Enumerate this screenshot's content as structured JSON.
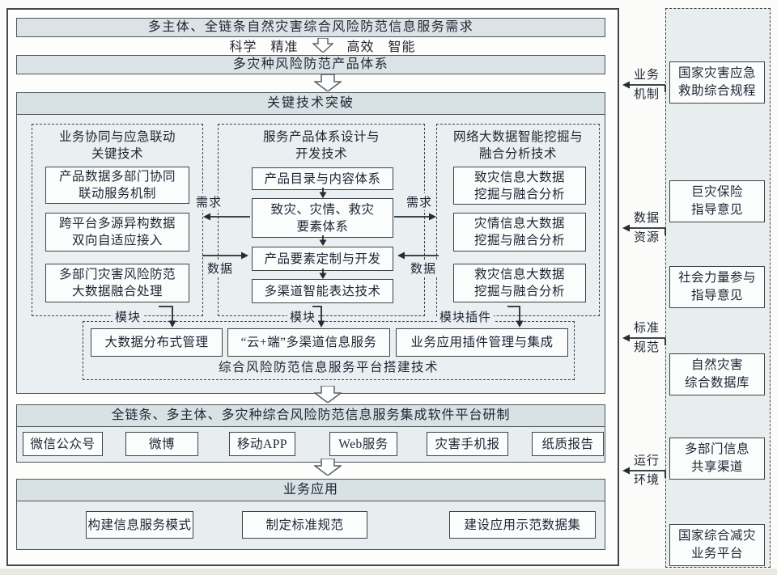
{
  "top": {
    "need": "多主体、全链条自然灾害综合风险防范信息服务需求",
    "keywords": [
      "科学",
      "精准",
      "高效",
      "智能"
    ],
    "product": "多灾种风险防范产品体系"
  },
  "keytech": {
    "title": "关键技术突破",
    "col1": {
      "title": [
        "业务协同与应急联动",
        "关键技术"
      ],
      "boxes": [
        [
          "产品数据多部门协同",
          "联动服务机制"
        ],
        [
          "跨平台多源异构数据",
          "双向自适应接入"
        ],
        [
          "多部门灾害风险防范",
          "大数据融合处理"
        ]
      ]
    },
    "col2": {
      "title": [
        "服务产品体系设计与",
        "开发技术"
      ],
      "boxes": [
        [
          "产品目录与内容体系"
        ],
        [
          "致灾、灾情、救灾",
          "要素体系"
        ],
        [
          "产品要素定制与开发"
        ],
        [
          "多渠道智能表达技术"
        ]
      ]
    },
    "col3": {
      "title": [
        "网络大数据智能挖掘与",
        "融合分析技术"
      ],
      "boxes": [
        [
          "致灾信息大数据",
          "挖掘与融合分析"
        ],
        [
          "灾情信息大数据",
          "挖掘与融合分析"
        ],
        [
          "救灾信息大数据",
          "挖掘与融合分析"
        ]
      ]
    },
    "labels": {
      "demand_left": "需求",
      "data_left": "数据",
      "demand_right": "需求",
      "data_right": "数据",
      "module_left": "模块",
      "module_mid": "模块",
      "module_plugin": "模块插件"
    },
    "platform": {
      "boxes": [
        "大数据分布式管理",
        "“云+端”多渠道信息服务",
        "业务应用插件管理与集成"
      ],
      "caption": "综合风险防范信息服务平台搭建技术"
    }
  },
  "integration": {
    "title": "全链条、多主体、多灾种综合风险防范信息服务集成软件平台研制",
    "channels": [
      "微信公众号",
      "微博",
      "移动APP",
      "Web服务",
      "灾害手机报",
      "纸质报告"
    ]
  },
  "business": {
    "title": "业务应用",
    "items": [
      "构建信息服务模式",
      "制定标准规范",
      "建设应用示范数据集"
    ]
  },
  "sidebar": {
    "items": [
      [
        "国家灾害应急",
        "救助综合规程"
      ],
      [
        "巨灾保险",
        "指导意见"
      ],
      [
        "社会力量参与",
        "指导意见"
      ],
      [
        "自然灾害",
        "综合数据库"
      ],
      [
        "多部门信息",
        "共享渠道"
      ],
      [
        "国家综合减灾",
        "业务平台"
      ]
    ]
  },
  "side_links": [
    [
      "业务",
      "机制"
    ],
    [
      "数据",
      "资源"
    ],
    [
      "标准",
      "规范"
    ],
    [
      "运行",
      "环境"
    ]
  ],
  "colors": {
    "band_fill": "#dbe3e6",
    "section_fill": "#eaeff1",
    "sidebar_fill": "#e8edee",
    "border_dark": "#42474d",
    "text": "#1e2433"
  }
}
